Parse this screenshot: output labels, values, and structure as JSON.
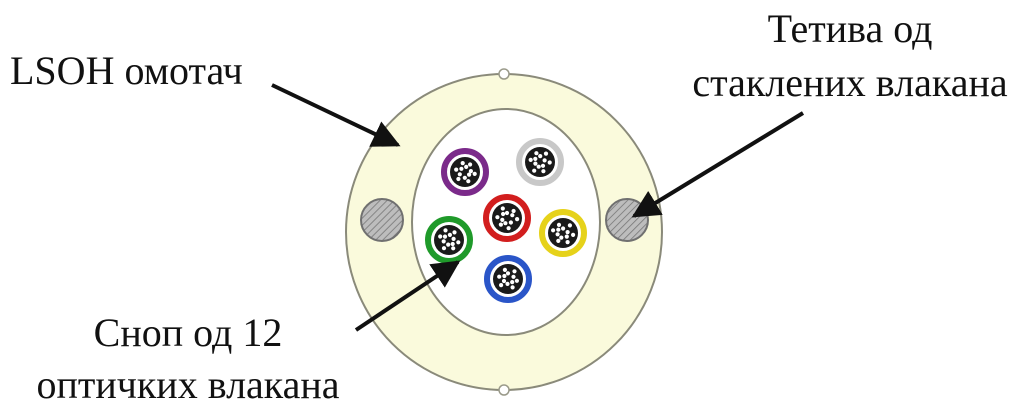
{
  "labels": {
    "jacket": "LSOH омотач",
    "strength_line1": "Тетива од",
    "strength_line2": "стаклених влакана",
    "bundle_line1": "Сноп од 12",
    "bundle_line2": "оптичких влакана"
  },
  "colors": {
    "jacket_fill": "#fafadc",
    "core_fill": "#ffffff",
    "outline": "#8a8a7a",
    "rod_fill": "#b5b5b5",
    "arrow": "#111111",
    "fiber_inner": "#ffffff"
  },
  "bundles": [
    {
      "name": "violet-bundle",
      "color": "#7b2a8a"
    },
    {
      "name": "white-bundle",
      "color": "#c8c8c8"
    },
    {
      "name": "green-bundle",
      "color": "#1f9a2a"
    },
    {
      "name": "red-bundle",
      "color": "#d21e1e"
    },
    {
      "name": "yellow-bundle",
      "color": "#e6d21a"
    },
    {
      "name": "blue-bundle",
      "color": "#2a55c8"
    }
  ]
}
